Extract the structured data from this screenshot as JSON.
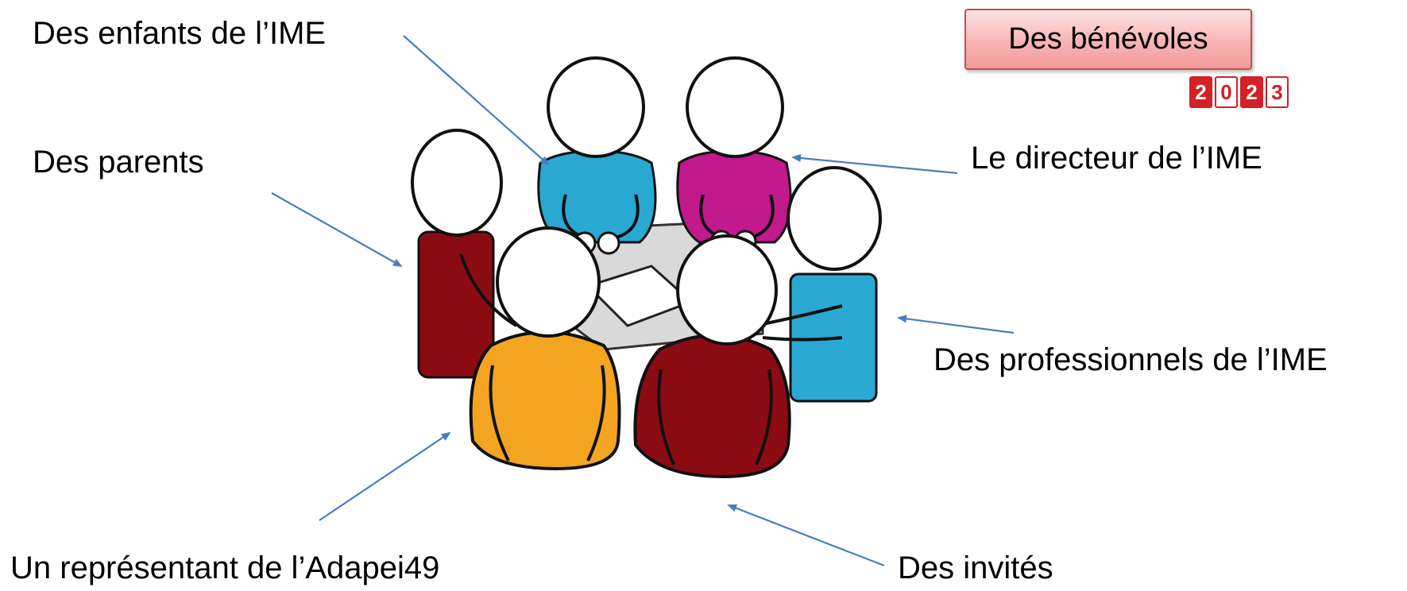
{
  "labels": {
    "enfants": "Des enfants de l’IME",
    "parents": "Des parents",
    "directeur": "Le directeur de l’IME",
    "professionnels": "Des professionnels de l’IME",
    "representant": "Un représentant de l’Adapei49",
    "invites": "Des invités"
  },
  "benevoles": "Des bénévoles",
  "year": [
    "2",
    "0",
    "2",
    "3"
  ],
  "colors": {
    "arrow": "#4a7ebb",
    "child": "#29a8d2",
    "director": "#c2198d",
    "parent": "#8b0b12",
    "professional": "#29a8d2",
    "representative": "#f3a522",
    "guest": "#8b0b12",
    "table": "#d9d9d9"
  }
}
